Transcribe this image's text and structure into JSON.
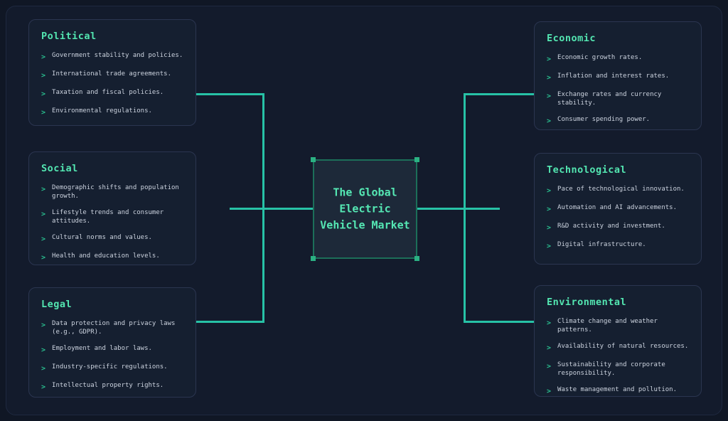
{
  "central": {
    "lines": [
      "The Global",
      "Electric",
      "Vehicle Market"
    ]
  },
  "nodes": [
    {
      "id": "political",
      "title": "Political",
      "items": [
        "Government stability and policies.",
        "International trade agreements.",
        "Taxation and fiscal policies.",
        "Environmental regulations."
      ]
    },
    {
      "id": "social",
      "title": "Social",
      "items": [
        "Demographic shifts and population growth.",
        "Lifestyle trends and consumer attitudes.",
        "Cultural norms and values.",
        "Health and education levels."
      ]
    },
    {
      "id": "legal",
      "title": "Legal",
      "items": [
        "Data protection and privacy laws (e.g., GDPR).",
        "Employment and labor laws.",
        "Industry-specific regulations.",
        "Intellectual property rights."
      ]
    },
    {
      "id": "economic",
      "title": "Economic",
      "items": [
        "Economic growth rates.",
        "Inflation and interest rates.",
        "Exchange rates and currency stability.",
        "Consumer spending power."
      ]
    },
    {
      "id": "technological",
      "title": "Technological",
      "items": [
        "Pace of technological innovation.",
        "Automation and AI advancements.",
        "R&D activity and investment.",
        "Digital infrastructure."
      ]
    },
    {
      "id": "environmental",
      "title": "Environmental",
      "items": [
        "Climate change and weather patterns.",
        "Availability of natural resources.",
        "Sustainability and corporate responsibility.",
        "Waste management and pollution."
      ]
    }
  ],
  "ui": {
    "bullet": ">",
    "colors": {
      "accent": "#27c2a6",
      "title": "#53e6b1",
      "body-text": "#ccd3df",
      "bullet": "#29bd8e",
      "central-text": "#55e8b4",
      "central-border": "#1c6f59",
      "handle": "#2bb183"
    }
  }
}
